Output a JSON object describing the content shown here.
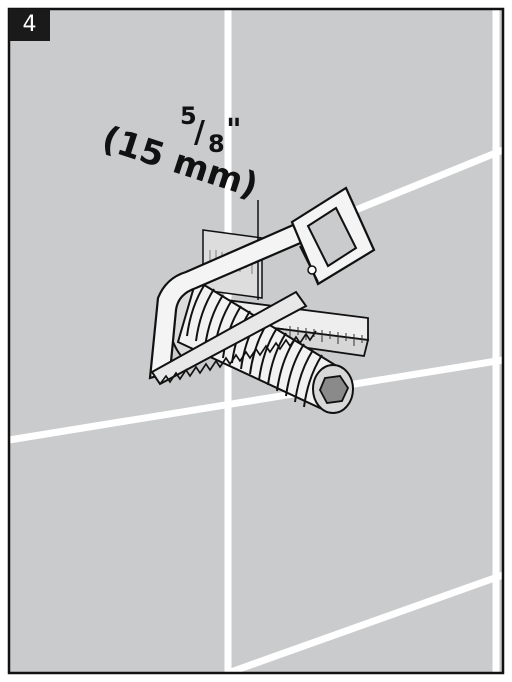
{
  "step": {
    "number": "4"
  },
  "measurement": {
    "fraction_numerator": "5",
    "fraction_slash": "/",
    "fraction_denominator": "8",
    "inch_mark": "\"",
    "metric_label": "(15 mm)"
  },
  "colors": {
    "wall": "#c9cbcc",
    "grout": "#ffffff",
    "outline": "#111111",
    "badge": "#1a1a1a",
    "metal_light": "#f2f2f2",
    "metal_mid": "#d8d8d8"
  },
  "icons": {
    "saw": "hacksaw-icon",
    "pipe": "threaded-pipe-icon",
    "ruler": "ruler-icon"
  }
}
